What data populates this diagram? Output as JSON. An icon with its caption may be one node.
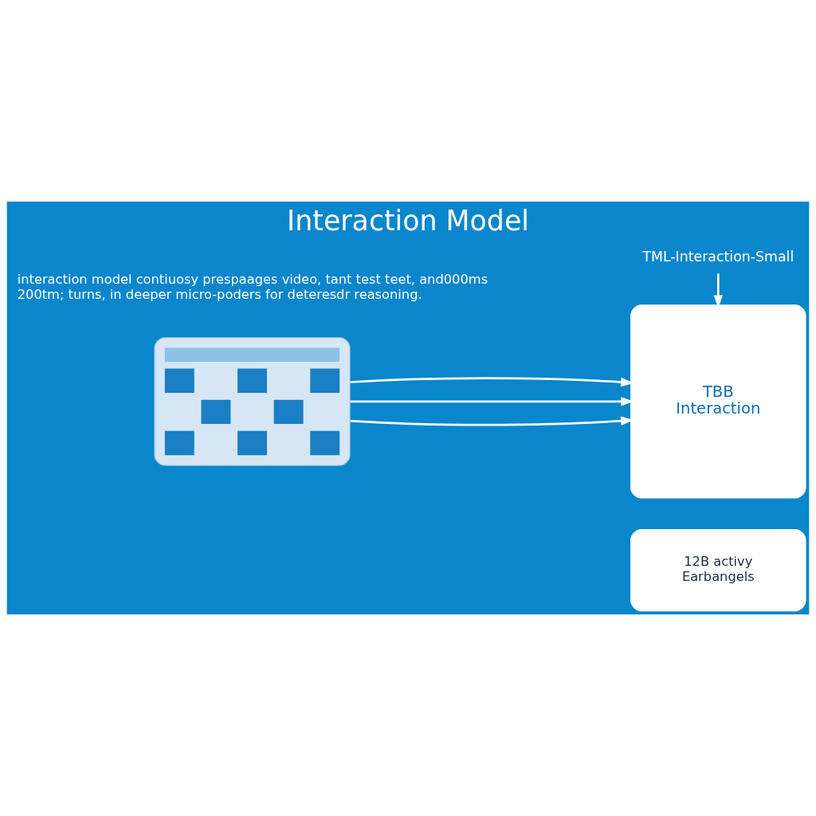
{
  "diagram": {
    "title": "Interaction Model",
    "nodes": [
      {
        "text": [],
        "shape": "picture"
      },
      {
        "text": [
          "TML-Interaction-Small"
        ]
      },
      {
        "text": [
          "TBB",
          "Interaction"
        ]
      },
      {
        "text": [
          "12B activy",
          "Earbangels"
        ]
      }
    ],
    "edges": [
      {
        "from": 0,
        "to": 2,
        "arrow": "to"
      },
      {
        "from": 0,
        "to": 2,
        "arrow": "to"
      },
      {
        "from": 0,
        "to": 2,
        "arrow": "to"
      },
      {
        "from": 1,
        "to": 2,
        "arrow": "to"
      }
    ],
    "labels": [
      "interaction model contiuosy prespaages video, tant test teet, and000ms 200tm; turns, in deeper micro-poders for deteresdr reasoning."
    ]
  }
}
